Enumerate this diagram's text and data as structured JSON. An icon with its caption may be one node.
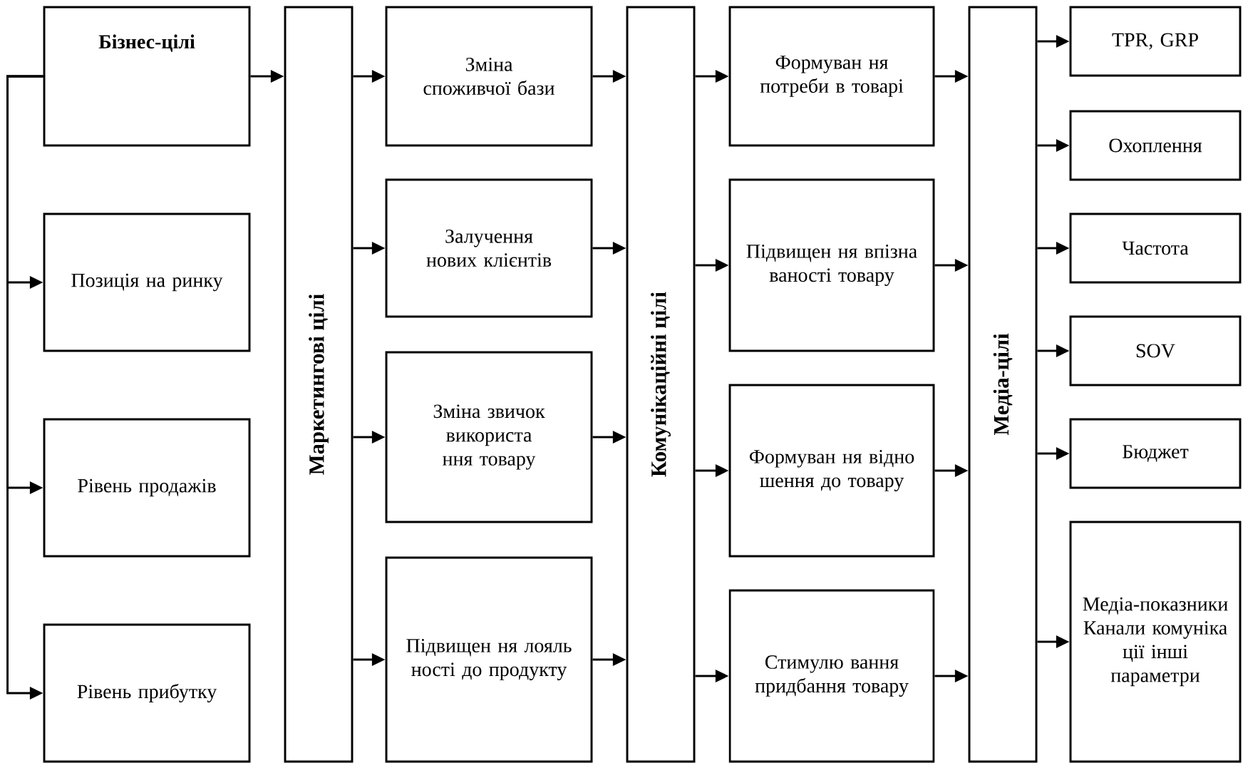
{
  "diagram": {
    "nodes": [
      {
        "text": [
          "Бізнес-цілі"
        ]
      },
      {
        "text": [
          "Позиція на ринку"
        ]
      },
      {
        "text": [
          "Рівень продажів"
        ]
      },
      {
        "text": [
          "Рівень прибутку"
        ]
      },
      {
        "text": [
          "Маркетингові цілі"
        ]
      },
      {
        "text": [
          "Зміна споживчої бази"
        ]
      },
      {
        "text": [
          "Залучення нових клієнтів"
        ]
      },
      {
        "text": [
          "Зміна звичок використа ння товару"
        ]
      },
      {
        "text": [
          "Підвищен ня лояль ності до продукту"
        ]
      },
      {
        "text": [
          "Комунікаційні цілі"
        ]
      },
      {
        "text": [
          "Формуван ня потреби в товарі"
        ]
      },
      {
        "text": [
          "Підвищен ня впізна ваності товару"
        ]
      },
      {
        "text": [
          "Формуван ня відно шення до товару"
        ]
      },
      {
        "text": [
          "Стимулю вання придбання товару"
        ]
      },
      {
        "text": [
          "Медіа-цілі"
        ]
      },
      {
        "text": [
          "TPR, GRP"
        ]
      },
      {
        "text": [
          "Охоплення"
        ]
      },
      {
        "text": [
          "Частота"
        ]
      },
      {
        "text": [
          "SOV"
        ]
      },
      {
        "text": [
          "Бюджет"
        ]
      },
      {
        "text": [
          "Медіа-показники Канали комуніка ції інші параметри"
        ]
      }
    ],
    "edges": [
      {
        "from": 0,
        "to": 1,
        "arrow": "to"
      },
      {
        "from": 0,
        "to": 2,
        "arrow": "to"
      },
      {
        "from": 0,
        "to": 3,
        "arrow": "to"
      },
      {
        "from": 0,
        "to": 4,
        "arrow": "to"
      },
      {
        "from": 4,
        "to": 5,
        "arrow": "to"
      },
      {
        "from": 4,
        "to": 6,
        "arrow": "to"
      },
      {
        "from": 4,
        "to": 7,
        "arrow": "to"
      },
      {
        "from": 4,
        "to": 8,
        "arrow": "to"
      },
      {
        "from": 5,
        "to": 9,
        "arrow": "to"
      },
      {
        "from": 6,
        "to": 9,
        "arrow": "to"
      },
      {
        "from": 7,
        "to": 9,
        "arrow": "to"
      },
      {
        "from": 8,
        "to": 9,
        "arrow": "to"
      },
      {
        "from": 9,
        "to": 10,
        "arrow": "to"
      },
      {
        "from": 9,
        "to": 11,
        "arrow": "to"
      },
      {
        "from": 9,
        "to": 12,
        "arrow": "to"
      },
      {
        "from": 9,
        "to": 13,
        "arrow": "to"
      },
      {
        "from": 10,
        "to": 14,
        "arrow": "to"
      },
      {
        "from": 11,
        "to": 14,
        "arrow": "to"
      },
      {
        "from": 12,
        "to": 14,
        "arrow": "to"
      },
      {
        "from": 13,
        "to": 14,
        "arrow": "to"
      },
      {
        "from": 14,
        "to": 15,
        "arrow": "to"
      },
      {
        "from": 14,
        "to": 16,
        "arrow": "to"
      },
      {
        "from": 14,
        "to": 17,
        "arrow": "to"
      },
      {
        "from": 14,
        "to": 18,
        "arrow": "to"
      },
      {
        "from": 14,
        "to": 19,
        "arrow": "to"
      },
      {
        "from": 14,
        "to": 20,
        "arrow": "to"
      }
    ]
  }
}
